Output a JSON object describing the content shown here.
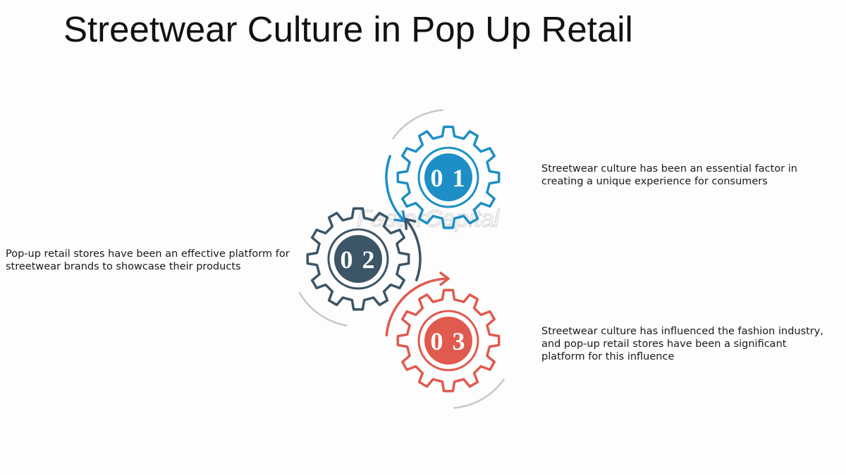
{
  "title": "Streetwear Culture in Pop Up Retail",
  "watermark": "FasterCapital",
  "steps": [
    {
      "number": "0 1",
      "color": "#1d8fc6",
      "lines": [
        "Streetwear culture has been an essential factor in",
        "creating a unique experience for consumers"
      ]
    },
    {
      "number": "0 2",
      "color": "#3c5567",
      "lines": [
        "Pop-up retail stores have been an effective platform for",
        "streetwear brands to showcase their products"
      ]
    },
    {
      "number": "0 3",
      "color": "#e05a4f",
      "lines": [
        "Streetwear culture has influenced the fashion industry,",
        "and pop-up retail stores have been a significant",
        "platform for this influence"
      ]
    }
  ]
}
